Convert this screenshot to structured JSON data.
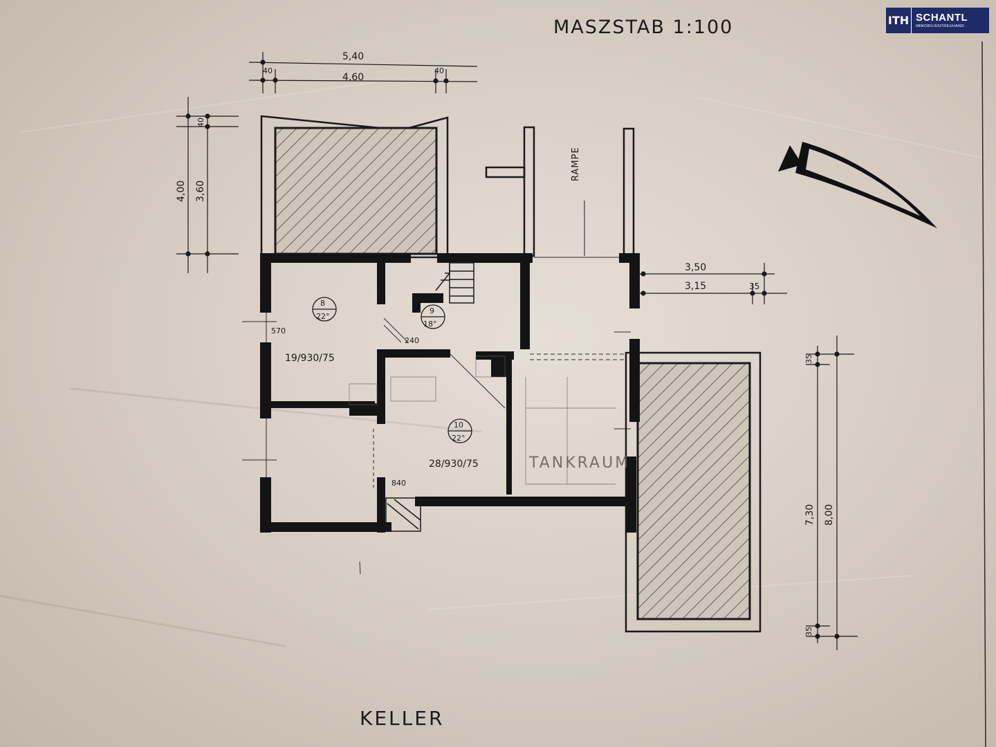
{
  "scale_label": "MASZSTAB  1:100",
  "floor_label": "KELLER",
  "ramp_label": "RAMPE",
  "logo": {
    "mark": "ITH",
    "name": "SCHANTL",
    "sub": "IMMOBILIENTREUHAND"
  },
  "dimensions": {
    "top_overall": "5,40",
    "top_inner": "4,60",
    "top_left_wall": "40",
    "top_right_wall": "40",
    "left_overall": "4,00",
    "left_inner": "3,60",
    "left_wall": "40",
    "right_top_overall": "3,50",
    "right_top_inner": "3,15",
    "right_top_wall": "35",
    "right_overall": "8,00",
    "right_inner": "7,30",
    "right_wall_top": "35",
    "right_wall_bottom": "35"
  },
  "rooms": {
    "room8": {
      "number": "8",
      "temp": "22°",
      "window": "19/930/75",
      "door": "570"
    },
    "room9": {
      "number": "9",
      "temp": "18°",
      "door": "240"
    },
    "room10": {
      "number": "10",
      "temp": "22°",
      "window": "28/930/75",
      "door": "840"
    },
    "tank_room": "TANKRAUM"
  }
}
